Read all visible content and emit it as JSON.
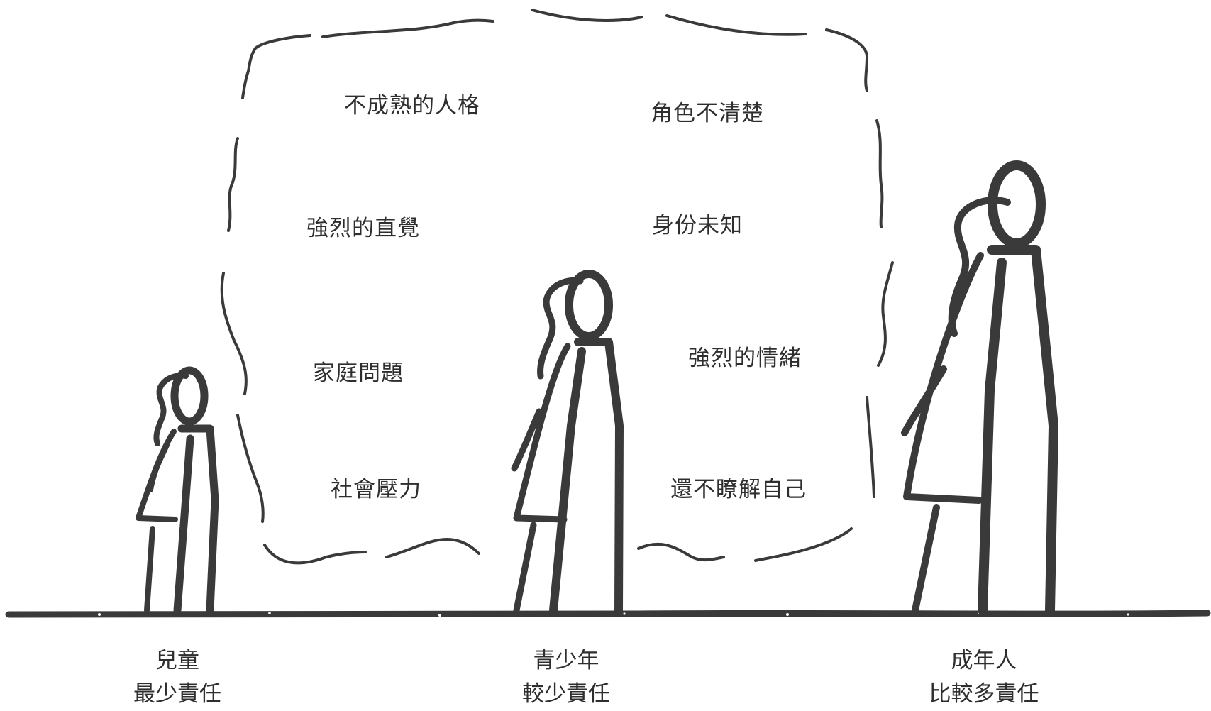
{
  "factors": {
    "left": [
      "不成熟的人格",
      "強烈的直覺",
      "家庭問題",
      "社會壓力"
    ],
    "right": [
      "角色不清楚",
      "身份未知",
      "強烈的情緒",
      "還不瞭解自己"
    ]
  },
  "stages": [
    {
      "name": "兒童",
      "responsibility": "最少責任"
    },
    {
      "name": "青少年",
      "responsibility": "較少責任"
    },
    {
      "name": "成年人",
      "responsibility": "比較多責任"
    }
  ],
  "colors": {
    "ink": "#3a3a3a",
    "text": "#2e2e2e",
    "background": "#ffffff"
  }
}
